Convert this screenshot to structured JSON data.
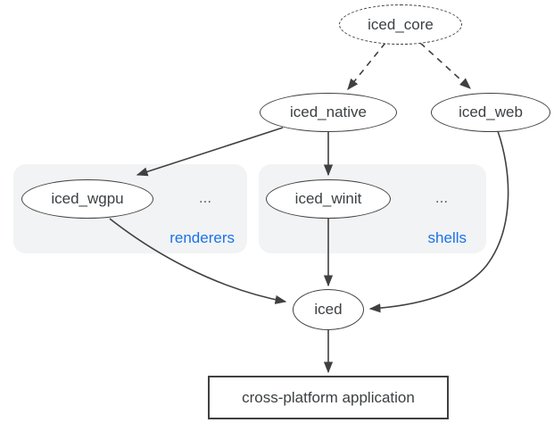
{
  "diagram": {
    "colors": {
      "background": "#ffffff",
      "node_stroke": "#404040",
      "node_text": "#3c4043",
      "group_background": "#f1f3f4",
      "group_label_blue": "#1a73e8",
      "dots_gray": "#5f6368"
    },
    "nodes": {
      "core": {
        "label": "iced_core",
        "shape": "dashed-ellipse"
      },
      "native": {
        "label": "iced_native",
        "shape": "ellipse"
      },
      "web": {
        "label": "iced_web",
        "shape": "ellipse"
      },
      "wgpu": {
        "label": "iced_wgpu",
        "shape": "ellipse"
      },
      "winit": {
        "label": "iced_winit",
        "shape": "ellipse"
      },
      "iced": {
        "label": "iced",
        "shape": "ellipse"
      },
      "app": {
        "label": "cross-platform application",
        "shape": "rectangle"
      }
    },
    "groups": {
      "renderers": {
        "label": "renderers",
        "more": "..."
      },
      "shells": {
        "label": "shells",
        "more": "..."
      }
    },
    "edges": [
      {
        "from": "iced_core",
        "to": "iced_native",
        "style": "dashed"
      },
      {
        "from": "iced_core",
        "to": "iced_web",
        "style": "dashed"
      },
      {
        "from": "iced_native",
        "to": "iced_wgpu",
        "style": "solid"
      },
      {
        "from": "iced_native",
        "to": "iced_winit",
        "style": "solid"
      },
      {
        "from": "iced_wgpu",
        "to": "iced",
        "style": "solid"
      },
      {
        "from": "iced_winit",
        "to": "iced",
        "style": "solid"
      },
      {
        "from": "iced_web",
        "to": "iced",
        "style": "solid"
      },
      {
        "from": "iced",
        "to": "cross-platform application",
        "style": "solid"
      }
    ]
  }
}
